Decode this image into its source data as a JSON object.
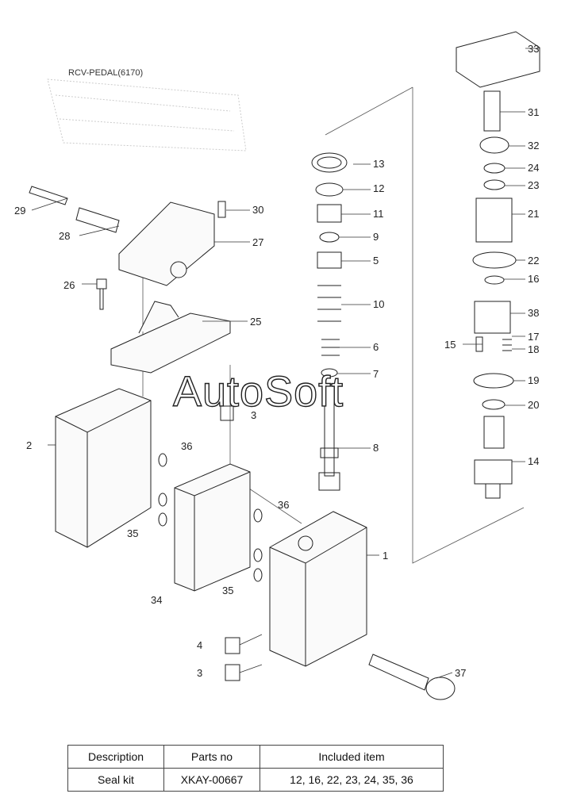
{
  "diagram": {
    "title": "RCV-PEDAL(6170)",
    "watermark": "AutoSoft",
    "callouts": [
      "1",
      "2",
      "3",
      "3",
      "4",
      "5",
      "6",
      "7",
      "8",
      "9",
      "10",
      "11",
      "12",
      "13",
      "14",
      "15",
      "16",
      "17",
      "18",
      "19",
      "20",
      "21",
      "22",
      "23",
      "24",
      "25",
      "26",
      "27",
      "28",
      "29",
      "30",
      "31",
      "32",
      "33",
      "34",
      "35",
      "35",
      "36",
      "36",
      "37",
      "38"
    ]
  },
  "table": {
    "headers": [
      "Description",
      "Parts no",
      "Included item"
    ],
    "rows": [
      [
        "Seal kit",
        "XKAY-00667",
        "12, 16, 22, 23, 24, 35, 36"
      ]
    ]
  }
}
